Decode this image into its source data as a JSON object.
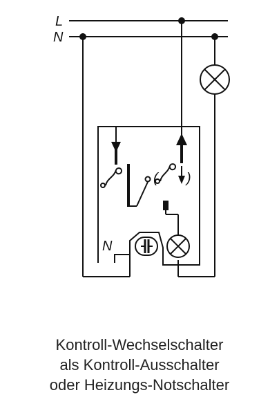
{
  "diagram": {
    "labels": {
      "line_l": "L",
      "line_n": "N",
      "inner_n": "N",
      "paren_open": "(",
      "paren_close": ")"
    }
  },
  "caption": {
    "line1": "Kontroll-Wechselschalter",
    "line2": "als Kontroll-Ausschalter",
    "line3": "oder Heizungs-Notschalter"
  },
  "colors": {
    "ink": "#111111",
    "caption": "#222222",
    "background": "#ffffff"
  },
  "icons": [
    "lamp-icon",
    "indicator-lamp-icon",
    "glow-lamp-icon",
    "switch-contact-icon",
    "arrow-icon"
  ]
}
